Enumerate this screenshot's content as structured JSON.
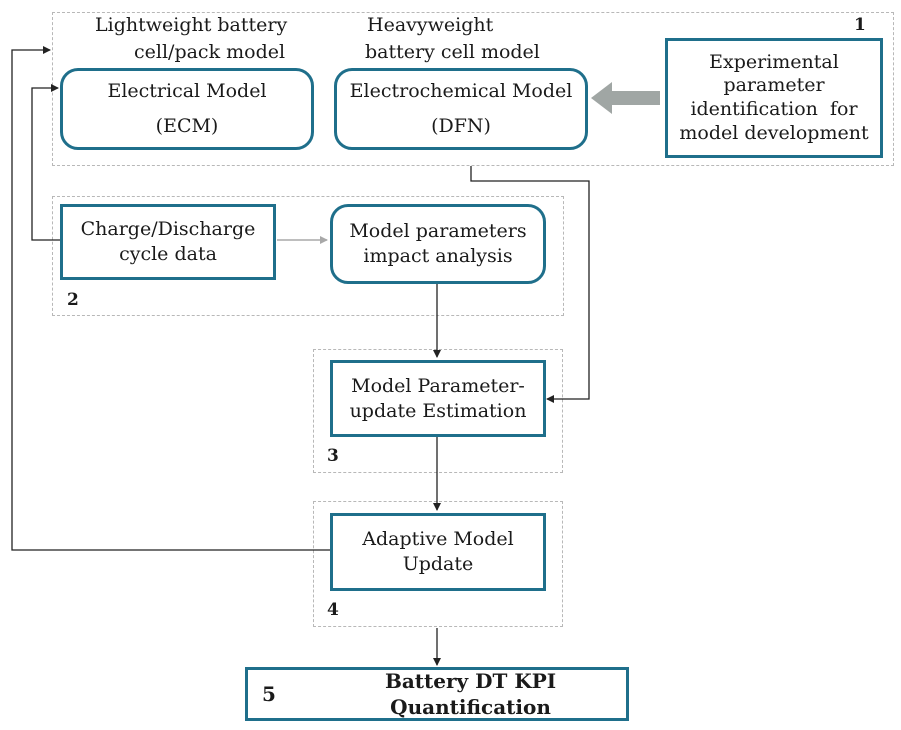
{
  "group1": {
    "number": "1",
    "light_label_1": "Lightweight battery",
    "light_label_2": "cell/pack model",
    "heavy_label_1": "Heavyweight",
    "heavy_label_2": "battery cell model",
    "electrical": [
      "Electrical Model",
      "(ECM)"
    ],
    "electrochemical": [
      "Electrochemical Model",
      "(DFN)"
    ],
    "experimental": [
      "Experimental",
      "parameter",
      "identification  for",
      "model development"
    ]
  },
  "group2": {
    "number": "2",
    "charge": [
      "Charge/Discharge",
      "cycle data"
    ],
    "impact": [
      "Model parameters",
      "impact analysis"
    ]
  },
  "group3": {
    "number": "3",
    "estimation": [
      "Model Parameter-",
      "update Estimation"
    ]
  },
  "group4": {
    "number": "4",
    "adaptive": [
      "Adaptive Model",
      "Update"
    ]
  },
  "final": {
    "number": "5",
    "title": "Battery DT KPI Quantification"
  },
  "colors": {
    "box_border": "#1f6f8b",
    "dashed_border": "#b8b8b8",
    "arrow": "#222222",
    "light_arrow": "#a8a8a8",
    "big_arrow": "#a0a6a4"
  }
}
